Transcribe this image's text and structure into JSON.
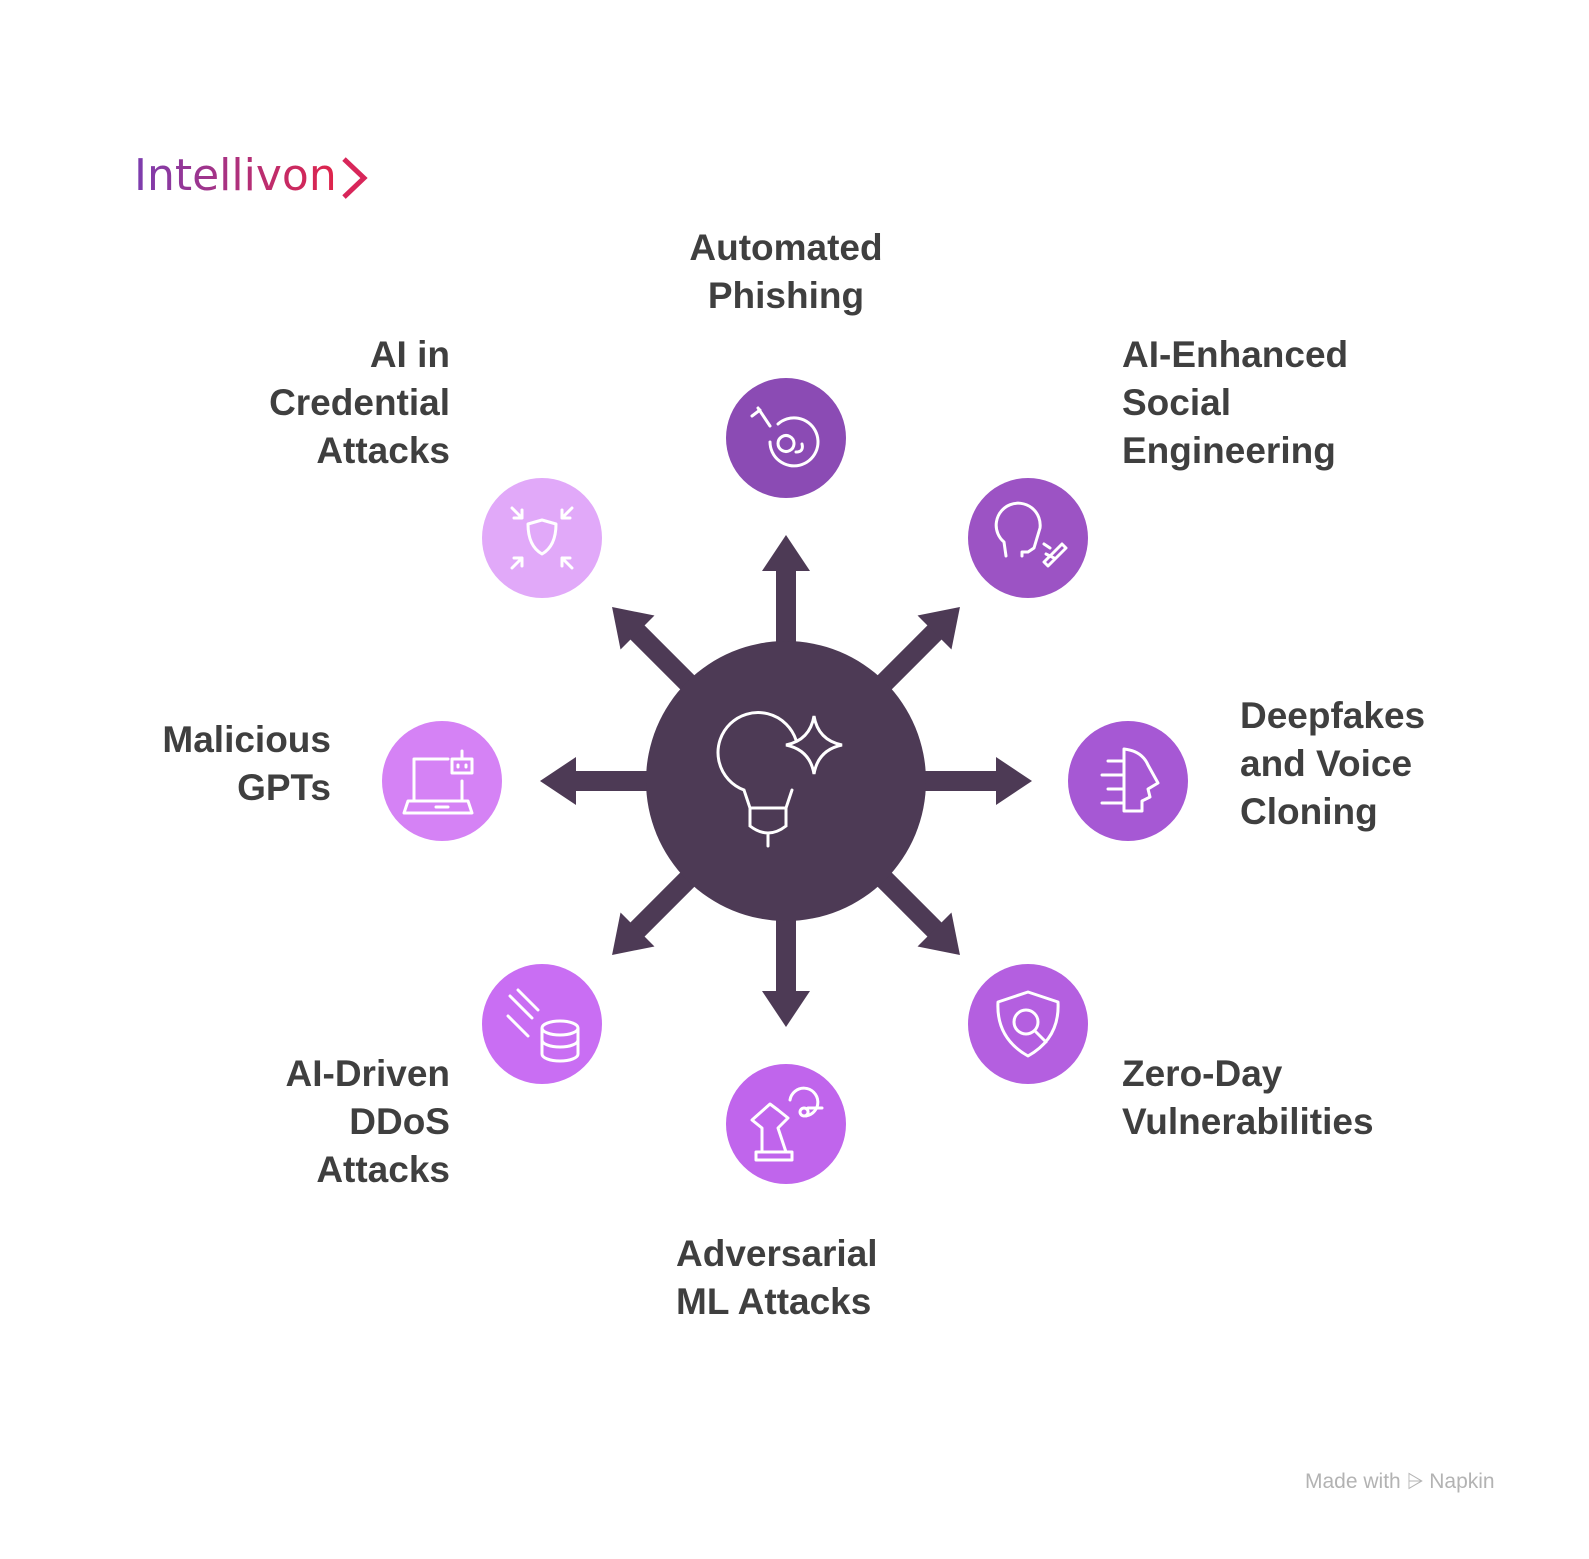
{
  "logo": {
    "text": "Intellivon"
  },
  "footer": {
    "made_with": "Made with",
    "brand": "Napkin"
  },
  "center": {
    "icon": "lightbulb-sparkle-icon",
    "color": "#4d3a55"
  },
  "items": [
    {
      "label": "Automated\nPhishing",
      "icon": "email-bomb-icon",
      "color": "#8b4bb4"
    },
    {
      "label": "AI-Enhanced\nSocial\nEngineering",
      "icon": "head-speaking-icon",
      "color": "#9c53c4"
    },
    {
      "label": "Deepfakes\nand Voice\nCloning",
      "icon": "digital-face-icon",
      "color": "#a658d4"
    },
    {
      "label": "Zero-Day\nVulnerabilities",
      "icon": "shield-search-icon",
      "color": "#b45fe0"
    },
    {
      "label": "Adversarial\nML Attacks",
      "icon": "chess-knight-icon",
      "color": "#c065ec"
    },
    {
      "label": "AI-Driven\nDDoS\nAttacks",
      "icon": "database-attack-icon",
      "color": "#c96ef3"
    },
    {
      "label": "Malicious\nGPTs",
      "icon": "laptop-robot-icon",
      "color": "#d582f5"
    },
    {
      "label": "AI in\nCredential\nAttacks",
      "icon": "shield-arrows-icon",
      "color": "#e1a9f9"
    }
  ]
}
